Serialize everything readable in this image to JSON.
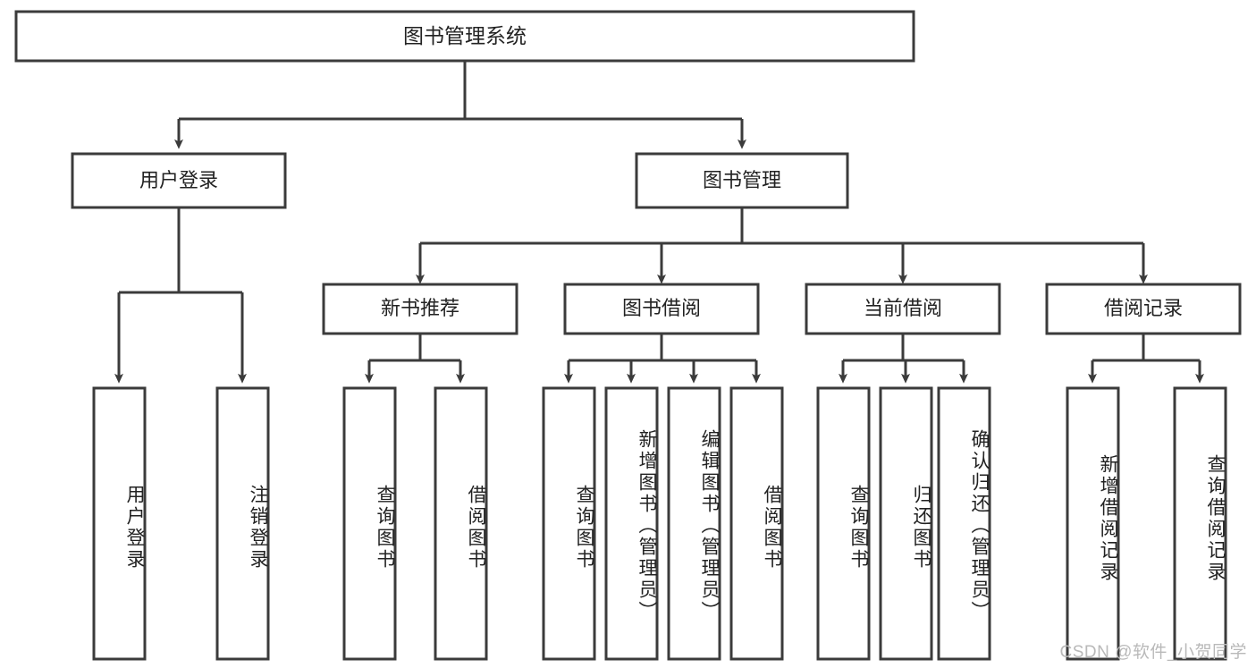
{
  "diagram": {
    "type": "tree",
    "title": "图书管理系统",
    "orientation": "top-down",
    "watermark": "CSDN @软件_小贺同学",
    "colors": {
      "stroke": "#3b3b3b",
      "fill": "#ffffff",
      "text": "#222222",
      "watermark": "#b9b9b9"
    },
    "root": {
      "label": "图书管理系统"
    },
    "level2": [
      {
        "label": "用户登录"
      },
      {
        "label": "图书管理"
      }
    ],
    "level3": [
      {
        "label": "新书推荐"
      },
      {
        "label": "图书借阅"
      },
      {
        "label": "当前借阅"
      },
      {
        "label": "借阅记录"
      }
    ],
    "leaves": {
      "user_login": [
        {
          "label": "用户登录"
        },
        {
          "label": "注销登录"
        }
      ],
      "new_book_recommend": [
        {
          "label": "查询图书"
        },
        {
          "label": "借阅图书"
        }
      ],
      "book_borrow": [
        {
          "label": "查询图书"
        },
        {
          "label": "新增图书（管理员）"
        },
        {
          "label": "编辑图书（管理员）"
        },
        {
          "label": "借阅图书"
        }
      ],
      "current_borrow": [
        {
          "label": "查询图书"
        },
        {
          "label": "归还图书"
        },
        {
          "label": "确认归还（管理员）"
        }
      ],
      "borrow_record": [
        {
          "label": "新增借阅记录"
        },
        {
          "label": "查询借阅记录"
        }
      ]
    }
  }
}
